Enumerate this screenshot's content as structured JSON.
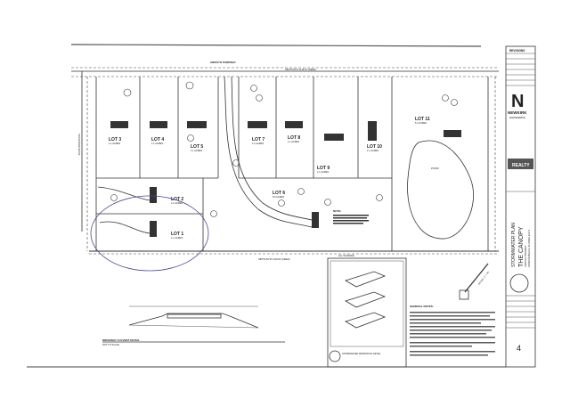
{
  "plan": {
    "road_top": "ARROYO PARKWAY",
    "road_top_bearing": "N89°51'50\"E 1418.29' (DEED)",
    "road_left": "TENNESSEE DRIVE",
    "bottom_bearing": "S89°51'50\"W 1418.83' (DEED)",
    "bottom_note": "ALL SCRAPED",
    "lots": [
      {
        "label": "LOT 1",
        "acres": "1.1 ACRES"
      },
      {
        "label": "LOT 2",
        "acres": "1.1 ACRES"
      },
      {
        "label": "LOT 3",
        "acres": "1.1 ACRES"
      },
      {
        "label": "LOT 4",
        "acres": "1.1 ACRES"
      },
      {
        "label": "LOT 5",
        "acres": "1.1 ACRES"
      },
      {
        "label": "LOT 6",
        "acres": "5.6 ACRES"
      },
      {
        "label": "LOT 7",
        "acres": "1.1 ACRES"
      },
      {
        "label": "LOT 8",
        "acres": "1.1 ACRES"
      },
      {
        "label": "LOT 9",
        "acres": "1.1 ACRES"
      },
      {
        "label": "LOT 10",
        "acres": "1.1 ACRES"
      },
      {
        "label": "LOT 11",
        "acres": "5.4 ACRES"
      }
    ],
    "pond_label": "POND",
    "note_label": "NOTE:",
    "scale": "SCALE: 1\" = 60'"
  },
  "details": {
    "culvert_title": "DRIVEWAY CULVERT DETAIL",
    "culvert_sub": "NOT TO SCALE",
    "swale_title": "STORMWATER RETENTION DETAIL",
    "general_notes_title": "GENERAL NOTES:"
  },
  "title_block": {
    "revisions": "REVISIONS",
    "firm": "NEWKIRK",
    "firm_sub": "ENGINEERING",
    "realty": "REALTY",
    "sheet_type": "STORMWATER PLAN",
    "project": "THE CANOPY",
    "address": "ARROYO PARKWAY",
    "city": "ORMOND BEACH, FLORIDA 32174",
    "sheet_number": "4"
  }
}
